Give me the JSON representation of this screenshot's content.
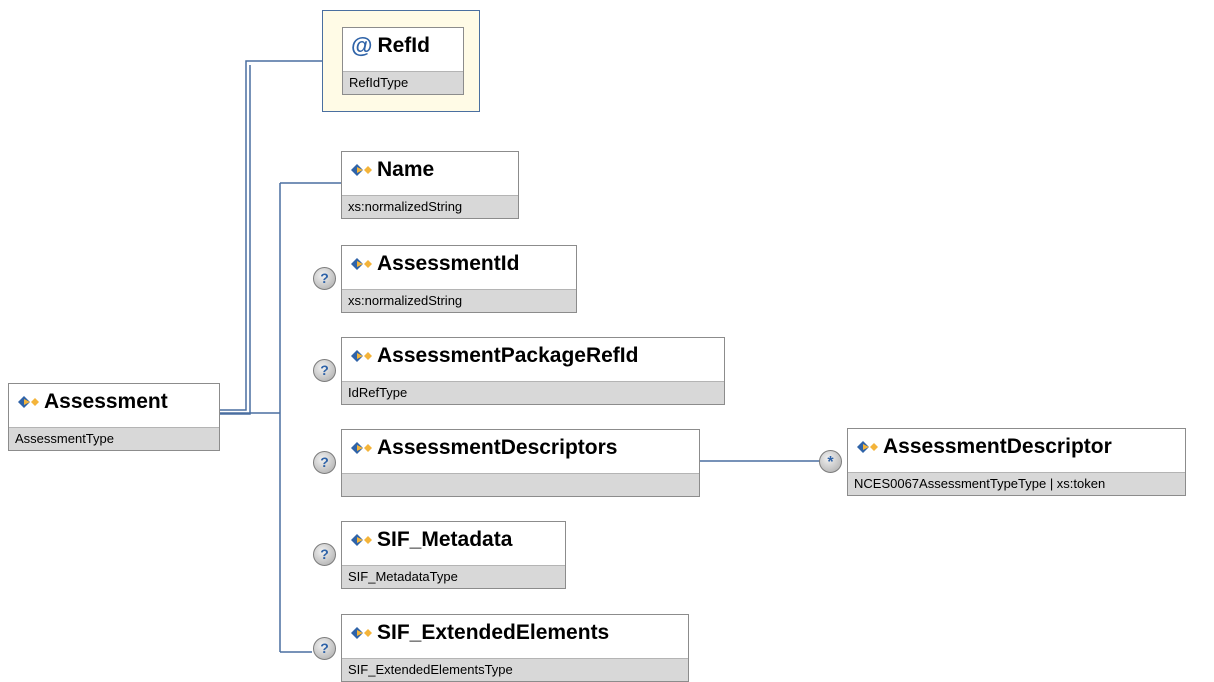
{
  "root": {
    "name": "Assessment",
    "type": "AssessmentType"
  },
  "attribute": {
    "symbol": "@",
    "name": "RefId",
    "type": "RefIdType"
  },
  "children": [
    {
      "name": "Name",
      "type": "xs:normalizedString",
      "optional": false
    },
    {
      "name": "AssessmentId",
      "type": "xs:normalizedString",
      "optional": true
    },
    {
      "name": "AssessmentPackageRefId",
      "type": "IdRefType",
      "optional": true
    },
    {
      "name": "AssessmentDescriptors",
      "type": "",
      "optional": true
    },
    {
      "name": "SIF_Metadata",
      "type": "SIF_MetadataType",
      "optional": true
    },
    {
      "name": "SIF_ExtendedElements",
      "type": "SIF_ExtendedElementsType",
      "optional": true
    }
  ],
  "descriptor": {
    "name": "AssessmentDescriptor",
    "type": "NCES0067AssessmentTypeType | xs:token",
    "multiplicity": "*"
  },
  "optional_symbol": "?",
  "icon": "element-icon",
  "colors": {
    "connector": "#4a6fa0",
    "type_band": "#d8d8d8",
    "attribute_bg": "#fffbe6"
  }
}
